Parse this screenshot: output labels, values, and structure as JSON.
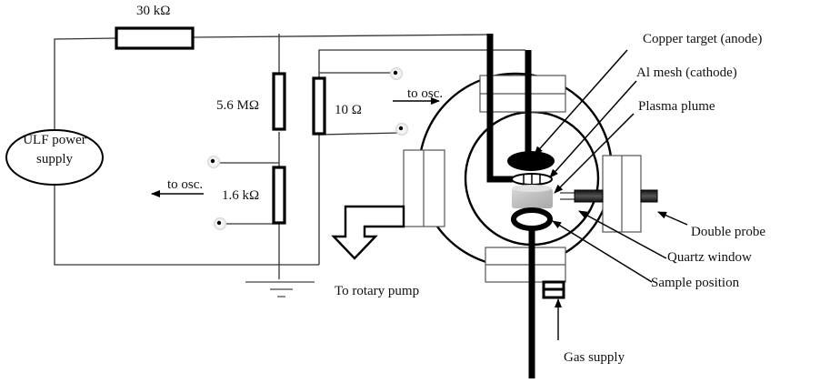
{
  "diagram": {
    "description": "Plasma focus / ULF discharge experimental setup schematic",
    "circuit": {
      "power_supply": {
        "line1": "ULF power",
        "line2": "supply"
      },
      "resistors": {
        "series": "30 kΩ",
        "divider_high": "5.6 MΩ",
        "divider_low": "1.6 kΩ",
        "current_shunt": "10 Ω"
      },
      "osc_left": "to osc.",
      "osc_right": "to osc."
    },
    "chamber_labels": {
      "copper_target": "Copper target (anode)",
      "al_mesh": "Al mesh (cathode)",
      "plasma_plume": "Plasma plume",
      "double_probe": "Double probe",
      "quartz_window": "Quartz window",
      "sample_position": "Sample position",
      "gas_supply": "Gas supply",
      "rotary_pump": "To rotary pump"
    }
  }
}
